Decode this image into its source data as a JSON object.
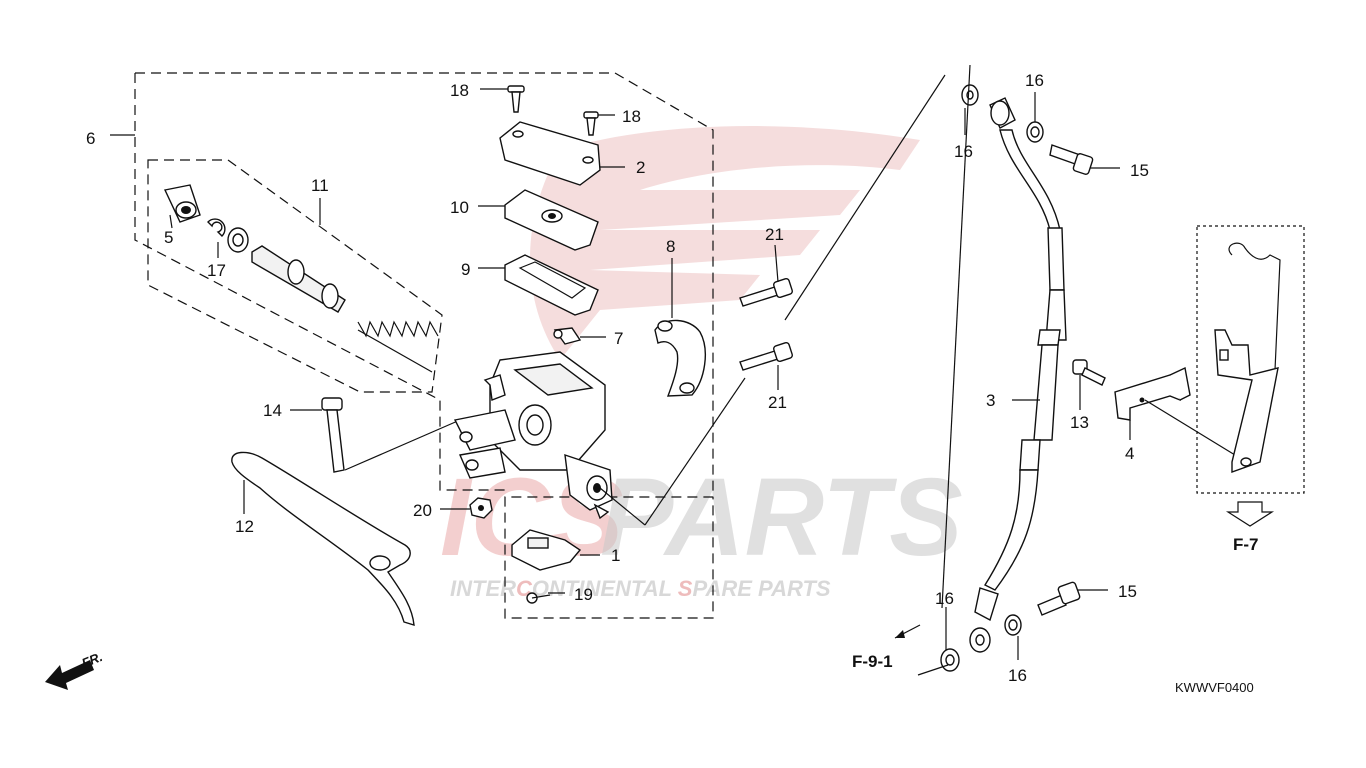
{
  "diagram": {
    "part_labels": [
      "1",
      "2",
      "3",
      "4",
      "5",
      "6",
      "7",
      "8",
      "9",
      "10",
      "11",
      "12",
      "13",
      "14",
      "15",
      "15",
      "16",
      "16",
      "16",
      "16",
      "17",
      "18",
      "18",
      "19",
      "20",
      "21",
      "21"
    ],
    "references": {
      "f7": "F-7",
      "f91": "F-9-1"
    },
    "direction_label": "FR.",
    "diagram_code": "KWWVF0400"
  },
  "watermark": {
    "brand_left": "ICS",
    "brand_right": "PARTS",
    "tagline_parts": [
      "INTER",
      "C",
      "ONTINENTAL ",
      "S",
      "PARE PARTS"
    ],
    "color_red": "#e8a0a0",
    "color_gray": "#c8c8c8"
  }
}
